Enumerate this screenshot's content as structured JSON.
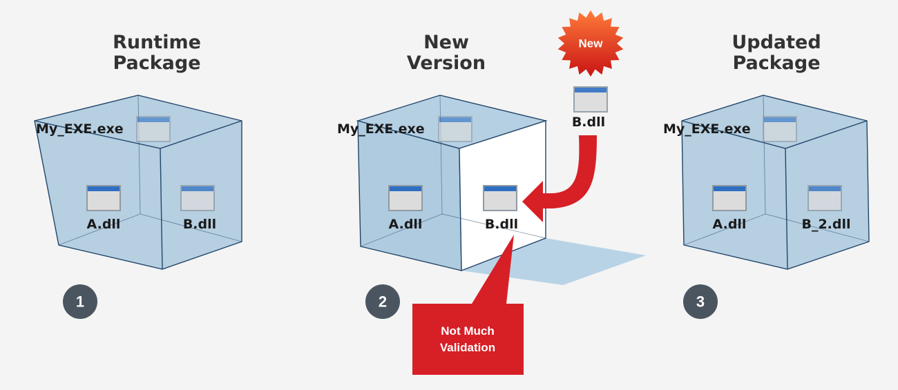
{
  "colors": {
    "cube_fill": "#9ec1da",
    "cube_stroke": "#21456a",
    "accent_red": "#d71f26",
    "badge": "#4a5560",
    "window_titlebar": "#2f6fc2",
    "window_body": "#dcdcdc"
  },
  "panels": [
    {
      "title_line1": "Runtime",
      "title_line2": "Package",
      "exe_label": "My_EXE.exe",
      "left_dll_label": "A.dll",
      "right_dll_label": "B.dll",
      "step": "1"
    },
    {
      "title_line1": "New",
      "title_line2": "Version",
      "exe_label": "My_EXE.exe",
      "left_dll_label": "A.dll",
      "right_dll_label": "B.dll",
      "step": "2",
      "new_badge": "New",
      "new_dll_label": "B.dll",
      "callout_line1": "Not Much",
      "callout_line2": "Validation"
    },
    {
      "title_line1": "Updated",
      "title_line2": "Package",
      "exe_label": "My_EXE.exe",
      "left_dll_label": "A.dll",
      "right_dll_label": "B_2.dll",
      "step": "3"
    }
  ],
  "icons": [
    "window-icon",
    "new-starburst-icon",
    "curved-arrow-icon",
    "callout-icon"
  ]
}
